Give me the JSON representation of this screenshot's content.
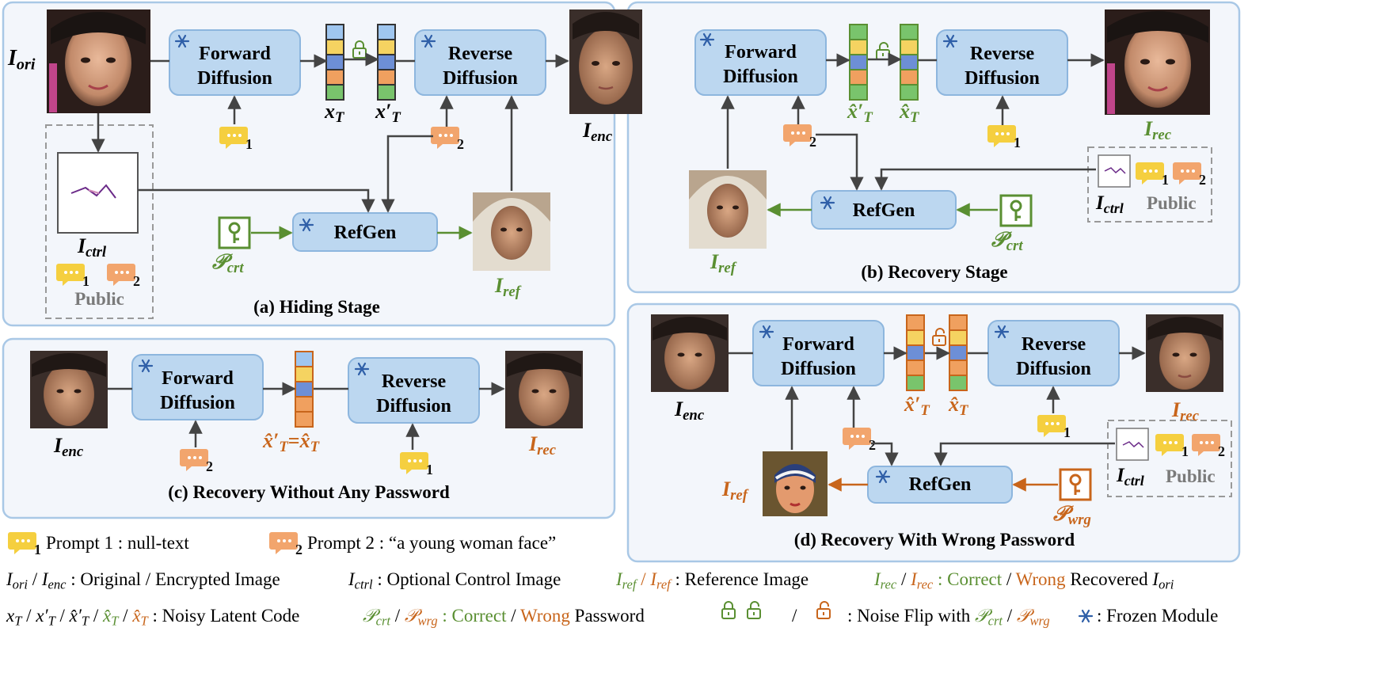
{
  "panels": {
    "a": {
      "caption": "(a) Hiding Stage"
    },
    "b": {
      "caption": "(b) Recovery Stage"
    },
    "c": {
      "caption": "(c) Recovery Without Any Password"
    },
    "d": {
      "caption": "(d) Recovery With Wrong Password"
    }
  },
  "modules": {
    "forward_line1": "Forward",
    "forward_line2": "Diffusion",
    "reverse_line1": "Reverse",
    "reverse_line2": "Diffusion",
    "refgen": "RefGen"
  },
  "symbols": {
    "I": "I",
    "ori": "ori",
    "enc": "enc",
    "rec": "rec",
    "ref": "ref",
    "ctrl": "ctrl",
    "P": "𝒫",
    "crt": "crt",
    "wrg": "wrg",
    "xT": "x",
    "xT_prime": "x′",
    "xhatT": "x̂",
    "xhatT_prime": "x̂′",
    "T": "T",
    "eq": "="
  },
  "public_label": "Public",
  "prompt_numbers": {
    "one": "1",
    "two": "2"
  },
  "legend": {
    "prompt1_text": "Prompt 1 : null-text",
    "prompt2_text": "Prompt 2 : “a young woman face”",
    "slash": "/",
    "ori_enc_text": ": Original / Encrypted Image",
    "ctrl_text": ": Optional Control Image",
    "ref_text": ": Reference Image",
    "rec_colon": ":",
    "correct": "Correct",
    "wrong": "Wrong",
    "recovered": "Recovered",
    "latent_text": ": Noisy Latent Code",
    "password_text": "Password",
    "noise_flip_text": ": Noise Flip with",
    "frozen_text": ": Frozen Module"
  },
  "colors": {
    "panel_fill": "#f3f6fb",
    "panel_border": "#a9c8e6",
    "module_fill": "#bcd7f0",
    "module_border": "#8db6de",
    "green": "#5a8f32",
    "orange": "#c8651b",
    "prompt1": "#f5cf3f",
    "prompt2": "#f2a56d",
    "arrow": "#444444",
    "latent_blue": "#6d8fd6",
    "latent_yellow": "#f5d361",
    "latent_orange": "#f0a05f",
    "latent_green": "#79c46c",
    "latent_sky": "#9fc6ef"
  },
  "icons": {
    "frozen": "snowflake-icon",
    "key": "key-icon",
    "lock": "lock-icon",
    "unlock": "unlock-icon",
    "prompt": "chat-bubble-icon"
  }
}
